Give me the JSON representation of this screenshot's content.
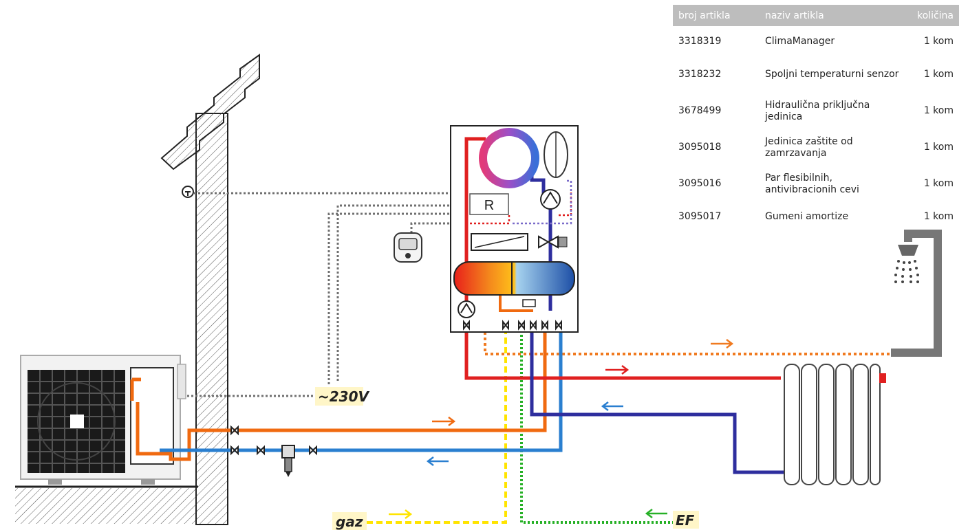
{
  "table": {
    "headers": {
      "code": "broj artikla",
      "name": "naziv artikla",
      "qty": "količina"
    },
    "rows": [
      {
        "code": "3318319",
        "name": "ClimaManager",
        "qty": "1 kom"
      },
      {
        "code": "3318232",
        "name": "Spoljni temperaturni senzor",
        "qty": "1 kom"
      },
      {
        "code": "3678499",
        "name": "Hidraulična priključna jedinica",
        "qty": "1 kom"
      },
      {
        "code": "3095018",
        "name": "Jedinica zaštite od zamrzavanja",
        "qty": "1 kom"
      },
      {
        "code": "3095016",
        "name": "Par flesibilnih, antivibracionih cevi",
        "qty": "1 kom"
      },
      {
        "code": "3095017",
        "name": "Gumeni amortize",
        "qty": "1 kom"
      }
    ]
  },
  "labels": {
    "voltage": "~230V",
    "gas": "gaz",
    "cold_water": "EF",
    "regulator": "R"
  },
  "colors": {
    "hot_flow": "#e02020",
    "return_flow": "#2e2e9e",
    "heat_pump_hot": "#f06a10",
    "heat_pump_cold": "#2a7fd0",
    "gas_line": "#ffe400",
    "cold_water_line": "#26b026",
    "sanitary_hot": "#f07a20",
    "control_wire": "#707070",
    "label_bg": "#fff6c8",
    "table_header_bg": "#bdbdbd"
  }
}
